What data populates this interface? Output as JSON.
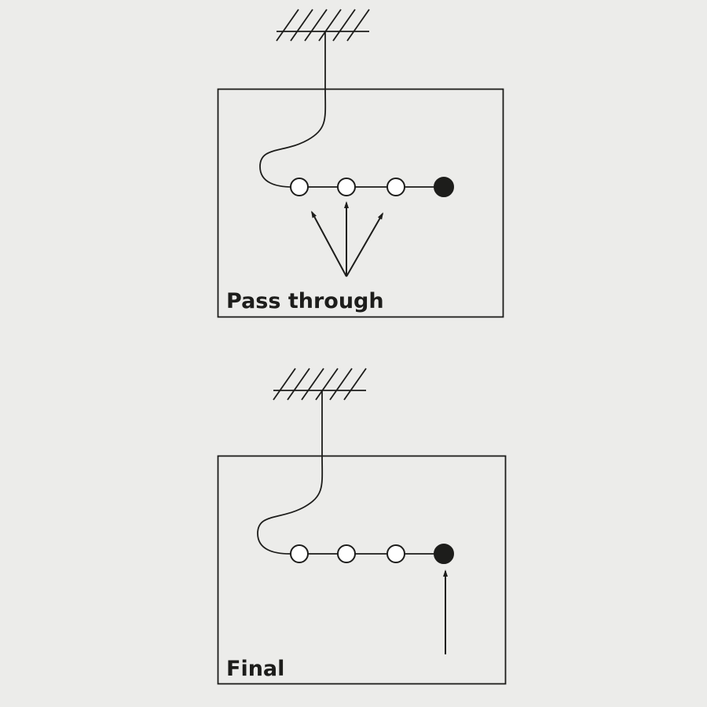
{
  "colors": {
    "background": "#ececea",
    "line": "#1d1d1b",
    "text": "#1d1d1b",
    "socket_fill": "#ffffff"
  },
  "panels": [
    {
      "label": "Pass through",
      "open_sockets": 3,
      "final_sockets": 1,
      "arrow_style": "three diverging arrows pointing up at the pass-through sockets"
    },
    {
      "label": "Final",
      "open_sockets": 3,
      "final_sockets": 1,
      "arrow_style": "single arrow pointing up at the final (filled) socket"
    }
  ]
}
